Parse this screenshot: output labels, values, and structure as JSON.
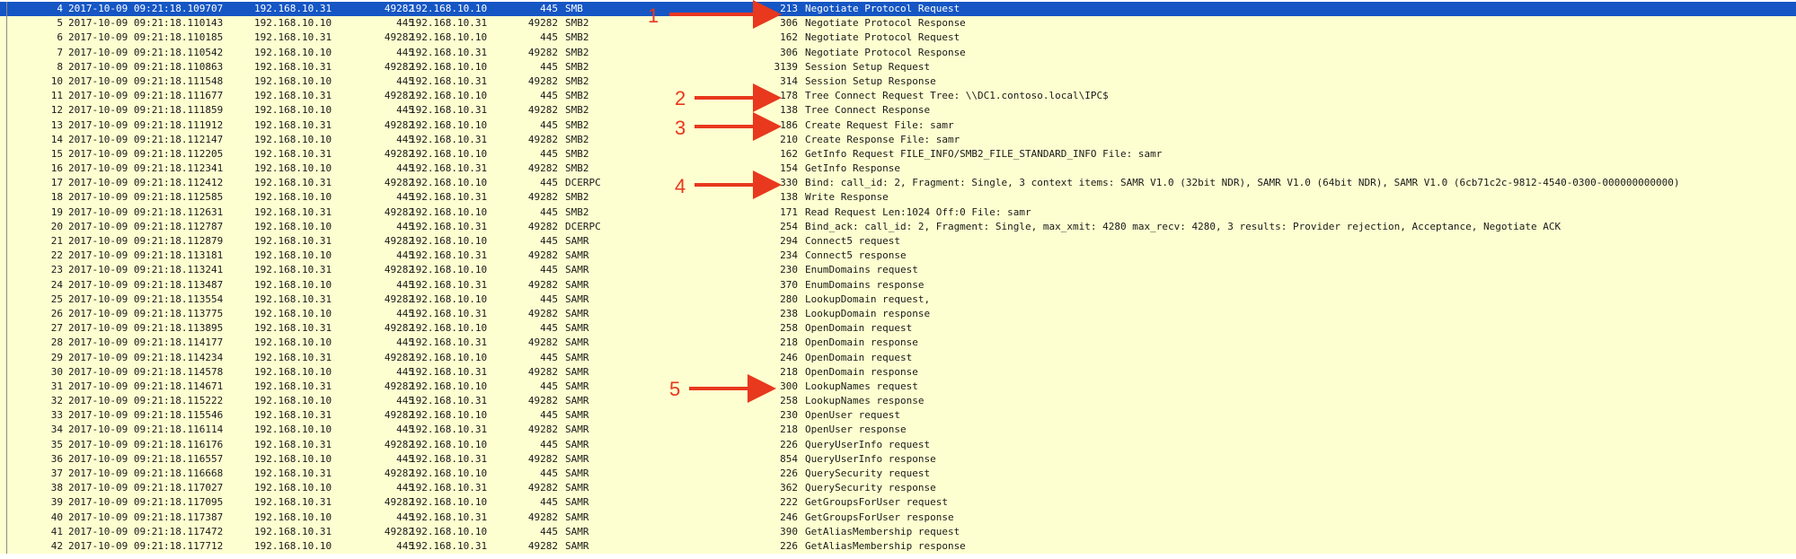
{
  "packets": [
    {
      "no": "4",
      "time": "2017-10-09 09:21:18.109707",
      "src": "192.168.10.31",
      "sport": "49282",
      "dst": "192.168.10.10",
      "dport": "445",
      "proto": "SMB",
      "len": "213",
      "info": "Negotiate Protocol Request",
      "selected": true
    },
    {
      "no": "5",
      "time": "2017-10-09 09:21:18.110143",
      "src": "192.168.10.10",
      "sport": "445",
      "dst": "192.168.10.31",
      "dport": "49282",
      "proto": "SMB2",
      "len": "306",
      "info": "Negotiate Protocol Response"
    },
    {
      "no": "6",
      "time": "2017-10-09 09:21:18.110185",
      "src": "192.168.10.31",
      "sport": "49282",
      "dst": "192.168.10.10",
      "dport": "445",
      "proto": "SMB2",
      "len": "162",
      "info": "Negotiate Protocol Request"
    },
    {
      "no": "7",
      "time": "2017-10-09 09:21:18.110542",
      "src": "192.168.10.10",
      "sport": "445",
      "dst": "192.168.10.31",
      "dport": "49282",
      "proto": "SMB2",
      "len": "306",
      "info": "Negotiate Protocol Response"
    },
    {
      "no": "8",
      "time": "2017-10-09 09:21:18.110863",
      "src": "192.168.10.31",
      "sport": "49282",
      "dst": "192.168.10.10",
      "dport": "445",
      "proto": "SMB2",
      "len": "3139",
      "info": "Session Setup Request"
    },
    {
      "no": "10",
      "time": "2017-10-09 09:21:18.111548",
      "src": "192.168.10.10",
      "sport": "445",
      "dst": "192.168.10.31",
      "dport": "49282",
      "proto": "SMB2",
      "len": "314",
      "info": "Session Setup Response"
    },
    {
      "no": "11",
      "time": "2017-10-09 09:21:18.111677",
      "src": "192.168.10.31",
      "sport": "49282",
      "dst": "192.168.10.10",
      "dport": "445",
      "proto": "SMB2",
      "len": "178",
      "info": "Tree Connect Request Tree: \\\\DC1.contoso.local\\IPC$"
    },
    {
      "no": "12",
      "time": "2017-10-09 09:21:18.111859",
      "src": "192.168.10.10",
      "sport": "445",
      "dst": "192.168.10.31",
      "dport": "49282",
      "proto": "SMB2",
      "len": "138",
      "info": "Tree Connect Response"
    },
    {
      "no": "13",
      "time": "2017-10-09 09:21:18.111912",
      "src": "192.168.10.31",
      "sport": "49282",
      "dst": "192.168.10.10",
      "dport": "445",
      "proto": "SMB2",
      "len": "186",
      "info": "Create Request File: samr"
    },
    {
      "no": "14",
      "time": "2017-10-09 09:21:18.112147",
      "src": "192.168.10.10",
      "sport": "445",
      "dst": "192.168.10.31",
      "dport": "49282",
      "proto": "SMB2",
      "len": "210",
      "info": "Create Response File: samr"
    },
    {
      "no": "15",
      "time": "2017-10-09 09:21:18.112205",
      "src": "192.168.10.31",
      "sport": "49282",
      "dst": "192.168.10.10",
      "dport": "445",
      "proto": "SMB2",
      "len": "162",
      "info": "GetInfo Request FILE_INFO/SMB2_FILE_STANDARD_INFO File: samr"
    },
    {
      "no": "16",
      "time": "2017-10-09 09:21:18.112341",
      "src": "192.168.10.10",
      "sport": "445",
      "dst": "192.168.10.31",
      "dport": "49282",
      "proto": "SMB2",
      "len": "154",
      "info": "GetInfo Response"
    },
    {
      "no": "17",
      "time": "2017-10-09 09:21:18.112412",
      "src": "192.168.10.31",
      "sport": "49282",
      "dst": "192.168.10.10",
      "dport": "445",
      "proto": "DCERPC",
      "len": "330",
      "info": "Bind: call_id: 2, Fragment: Single, 3 context items: SAMR V1.0 (32bit NDR), SAMR V1.0 (64bit NDR), SAMR V1.0 (6cb71c2c-9812-4540-0300-000000000000)"
    },
    {
      "no": "18",
      "time": "2017-10-09 09:21:18.112585",
      "src": "192.168.10.10",
      "sport": "445",
      "dst": "192.168.10.31",
      "dport": "49282",
      "proto": "SMB2",
      "len": "138",
      "info": "Write Response"
    },
    {
      "no": "19",
      "time": "2017-10-09 09:21:18.112631",
      "src": "192.168.10.31",
      "sport": "49282",
      "dst": "192.168.10.10",
      "dport": "445",
      "proto": "SMB2",
      "len": "171",
      "info": "Read Request Len:1024 Off:0 File: samr"
    },
    {
      "no": "20",
      "time": "2017-10-09 09:21:18.112787",
      "src": "192.168.10.10",
      "sport": "445",
      "dst": "192.168.10.31",
      "dport": "49282",
      "proto": "DCERPC",
      "len": "254",
      "info": "Bind_ack: call_id: 2, Fragment: Single, max_xmit: 4280 max_recv: 4280, 3 results: Provider rejection, Acceptance, Negotiate ACK"
    },
    {
      "no": "21",
      "time": "2017-10-09 09:21:18.112879",
      "src": "192.168.10.31",
      "sport": "49282",
      "dst": "192.168.10.10",
      "dport": "445",
      "proto": "SAMR",
      "len": "294",
      "info": "Connect5 request"
    },
    {
      "no": "22",
      "time": "2017-10-09 09:21:18.113181",
      "src": "192.168.10.10",
      "sport": "445",
      "dst": "192.168.10.31",
      "dport": "49282",
      "proto": "SAMR",
      "len": "234",
      "info": "Connect5 response"
    },
    {
      "no": "23",
      "time": "2017-10-09 09:21:18.113241",
      "src": "192.168.10.31",
      "sport": "49282",
      "dst": "192.168.10.10",
      "dport": "445",
      "proto": "SAMR",
      "len": "230",
      "info": "EnumDomains request"
    },
    {
      "no": "24",
      "time": "2017-10-09 09:21:18.113487",
      "src": "192.168.10.10",
      "sport": "445",
      "dst": "192.168.10.31",
      "dport": "49282",
      "proto": "SAMR",
      "len": "370",
      "info": "EnumDomains response"
    },
    {
      "no": "25",
      "time": "2017-10-09 09:21:18.113554",
      "src": "192.168.10.31",
      "sport": "49282",
      "dst": "192.168.10.10",
      "dport": "445",
      "proto": "SAMR",
      "len": "280",
      "info": "LookupDomain request,"
    },
    {
      "no": "26",
      "time": "2017-10-09 09:21:18.113775",
      "src": "192.168.10.10",
      "sport": "445",
      "dst": "192.168.10.31",
      "dport": "49282",
      "proto": "SAMR",
      "len": "238",
      "info": "LookupDomain response"
    },
    {
      "no": "27",
      "time": "2017-10-09 09:21:18.113895",
      "src": "192.168.10.31",
      "sport": "49282",
      "dst": "192.168.10.10",
      "dport": "445",
      "proto": "SAMR",
      "len": "258",
      "info": "OpenDomain request"
    },
    {
      "no": "28",
      "time": "2017-10-09 09:21:18.114177",
      "src": "192.168.10.10",
      "sport": "445",
      "dst": "192.168.10.31",
      "dport": "49282",
      "proto": "SAMR",
      "len": "218",
      "info": "OpenDomain response"
    },
    {
      "no": "29",
      "time": "2017-10-09 09:21:18.114234",
      "src": "192.168.10.31",
      "sport": "49282",
      "dst": "192.168.10.10",
      "dport": "445",
      "proto": "SAMR",
      "len": "246",
      "info": "OpenDomain request"
    },
    {
      "no": "30",
      "time": "2017-10-09 09:21:18.114578",
      "src": "192.168.10.10",
      "sport": "445",
      "dst": "192.168.10.31",
      "dport": "49282",
      "proto": "SAMR",
      "len": "218",
      "info": "OpenDomain response"
    },
    {
      "no": "31",
      "time": "2017-10-09 09:21:18.114671",
      "src": "192.168.10.31",
      "sport": "49282",
      "dst": "192.168.10.10",
      "dport": "445",
      "proto": "SAMR",
      "len": "300",
      "info": "LookupNames request"
    },
    {
      "no": "32",
      "time": "2017-10-09 09:21:18.115222",
      "src": "192.168.10.10",
      "sport": "445",
      "dst": "192.168.10.31",
      "dport": "49282",
      "proto": "SAMR",
      "len": "258",
      "info": "LookupNames response"
    },
    {
      "no": "33",
      "time": "2017-10-09 09:21:18.115546",
      "src": "192.168.10.31",
      "sport": "49282",
      "dst": "192.168.10.10",
      "dport": "445",
      "proto": "SAMR",
      "len": "230",
      "info": "OpenUser request"
    },
    {
      "no": "34",
      "time": "2017-10-09 09:21:18.116114",
      "src": "192.168.10.10",
      "sport": "445",
      "dst": "192.168.10.31",
      "dport": "49282",
      "proto": "SAMR",
      "len": "218",
      "info": "OpenUser response"
    },
    {
      "no": "35",
      "time": "2017-10-09 09:21:18.116176",
      "src": "192.168.10.31",
      "sport": "49282",
      "dst": "192.168.10.10",
      "dport": "445",
      "proto": "SAMR",
      "len": "226",
      "info": "QueryUserInfo request"
    },
    {
      "no": "36",
      "time": "2017-10-09 09:21:18.116557",
      "src": "192.168.10.10",
      "sport": "445",
      "dst": "192.168.10.31",
      "dport": "49282",
      "proto": "SAMR",
      "len": "854",
      "info": "QueryUserInfo response"
    },
    {
      "no": "37",
      "time": "2017-10-09 09:21:18.116668",
      "src": "192.168.10.31",
      "sport": "49282",
      "dst": "192.168.10.10",
      "dport": "445",
      "proto": "SAMR",
      "len": "226",
      "info": "QuerySecurity request"
    },
    {
      "no": "38",
      "time": "2017-10-09 09:21:18.117027",
      "src": "192.168.10.10",
      "sport": "445",
      "dst": "192.168.10.31",
      "dport": "49282",
      "proto": "SAMR",
      "len": "362",
      "info": "QuerySecurity response"
    },
    {
      "no": "39",
      "time": "2017-10-09 09:21:18.117095",
      "src": "192.168.10.31",
      "sport": "49282",
      "dst": "192.168.10.10",
      "dport": "445",
      "proto": "SAMR",
      "len": "222",
      "info": "GetGroupsForUser request"
    },
    {
      "no": "40",
      "time": "2017-10-09 09:21:18.117387",
      "src": "192.168.10.10",
      "sport": "445",
      "dst": "192.168.10.31",
      "dport": "49282",
      "proto": "SAMR",
      "len": "246",
      "info": "GetGroupsForUser response"
    },
    {
      "no": "41",
      "time": "2017-10-09 09:21:18.117472",
      "src": "192.168.10.31",
      "sport": "49282",
      "dst": "192.168.10.10",
      "dport": "445",
      "proto": "SAMR",
      "len": "390",
      "info": "GetAliasMembership request"
    },
    {
      "no": "42",
      "time": "2017-10-09 09:21:18.117712",
      "src": "192.168.10.10",
      "sport": "445",
      "dst": "192.168.10.31",
      "dport": "49282",
      "proto": "SAMR",
      "len": "226",
      "info": "GetAliasMembership response"
    }
  ],
  "annotations": [
    {
      "label": "1"
    },
    {
      "label": "2"
    },
    {
      "label": "3"
    },
    {
      "label": "4"
    },
    {
      "label": "5"
    }
  ],
  "colors": {
    "row_bg": "#feffd0",
    "selected_bg": "#1556c4",
    "selected_fg": "#ffffff",
    "arrow": "#e8381d"
  }
}
